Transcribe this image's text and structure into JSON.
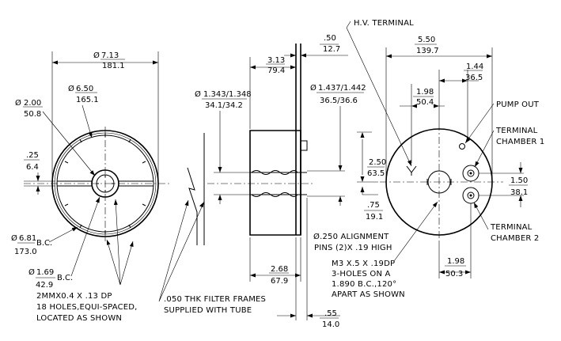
{
  "front_view": {
    "od_top": "7.13",
    "od_bottom": "181.1",
    "inner_top": "6.50",
    "inner_bottom": "165.1",
    "hub_top": "2.00",
    "hub_bottom": "50.8",
    "spoke_top": ".25",
    "spoke_bottom": "6.4",
    "bc_large_top": "6.81",
    "bc_large_bottom": "173.0",
    "bc_large_suffix": "B.C.",
    "bc_small_top": "1.69",
    "bc_small_bottom": "42.9",
    "bc_small_suffix": "B.C.",
    "holes_note": [
      "2MMX0.4 X .13 DP",
      "18 HOLES,EQUI-SPACED,",
      "LOCATED AS SHOWN"
    ]
  },
  "filter_note": [
    ".050 THK FILTER FRAMES",
    "SUPPLIED WITH TUBE"
  ],
  "side_view": {
    "len_top": "3.13",
    "len_bottom": "79.4",
    "flange_top": ".50",
    "flange_bottom": "12.7",
    "dia_left_top": "1.343/1.348",
    "dia_left_bottom": "34.1/34.2",
    "dia_right_top": "1.437/1.442",
    "dia_right_bottom": "36.5/36.6",
    "body_top": "2.68",
    "body_bottom": "67.9",
    "pin_top": ".55",
    "pin_bottom": "14.0",
    "pins_note": [
      "Ø.250 ALIGNMENT",
      "PINS (2)X .19 HIGH"
    ]
  },
  "end_view": {
    "hv_label": "H.V. TERMINAL",
    "pump_label": "PUMP OUT",
    "term1_label": [
      "TERMINAL",
      "CHAMBER 1"
    ],
    "term2_label": [
      "TERMINAL",
      "CHAMBER 2"
    ],
    "w_top": "5.50",
    "w_bottom": "139.7",
    "a_top": "1.44",
    "a_bottom": "36.5",
    "b_top": "1.98",
    "b_bottom": "50.4",
    "h_top": "2.50",
    "h_bottom": "63.5",
    "c_top": "1.50",
    "c_bottom": "38.1",
    "d_top": ".75",
    "d_bottom": "19.1",
    "e_top": "1.98",
    "e_bottom": "50.3",
    "m3_note": [
      "M3 X.5 X .19DP",
      "3-HOLES ON A",
      "1.890 B.C.,120°",
      "APART AS SHOWN"
    ]
  }
}
